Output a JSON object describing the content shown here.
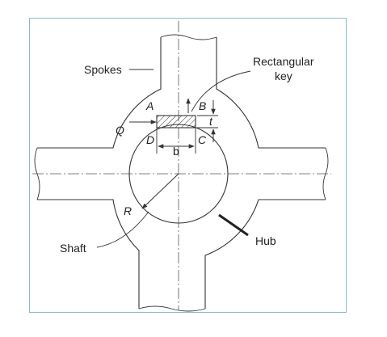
{
  "labels": {
    "spokes": "Spokes",
    "key_line1": "Rectangular",
    "key_line2": "key",
    "shaft": "Shaft",
    "hub": "Hub",
    "point_a": "A",
    "point_b": "B",
    "point_c": "C",
    "point_d": "D",
    "force_q": "Q",
    "radius_r": "R",
    "width_b": "b",
    "thickness_t": "t"
  },
  "colors": {
    "frame": "#8fb8d0",
    "line": "#333333",
    "text": "#222222"
  }
}
